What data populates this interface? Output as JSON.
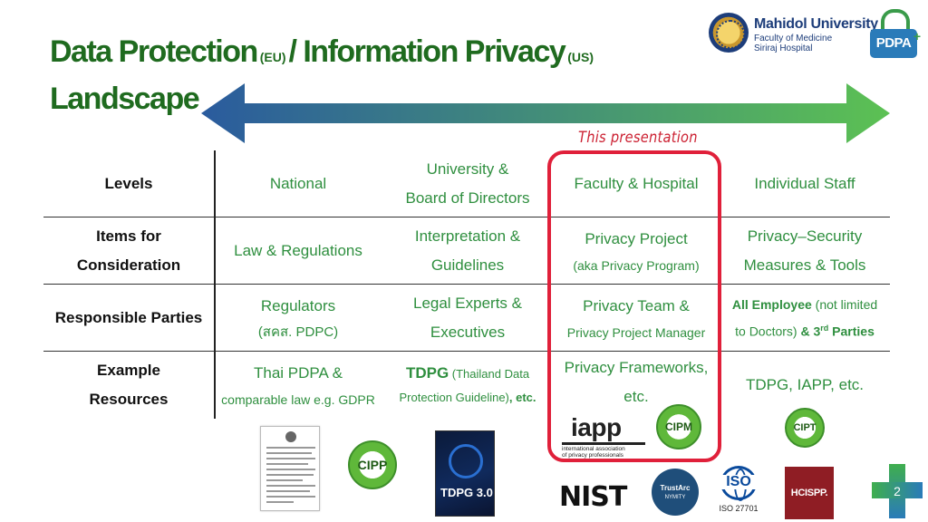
{
  "title": {
    "part1": "Data Protection",
    "eu": "(EU)",
    "sep": " / ",
    "part2": "Information Privacy",
    "us": "(US)",
    "line2": "Landscape"
  },
  "logos": {
    "mahidol_university": "Mahidol University",
    "faculty": "Faculty of Medicine",
    "hospital": "Siriraj Hospital",
    "pdpa": "PDPA",
    "pdpa_plus": "+"
  },
  "highlight_label": "This presentation",
  "table": {
    "rows": [
      {
        "header": "Levels",
        "cells": [
          {
            "lines": [
              "National"
            ]
          },
          {
            "lines": [
              "University &",
              "Board of Directors"
            ]
          },
          {
            "lines": [
              "Faculty & Hospital"
            ]
          },
          {
            "lines": [
              "Individual Staff"
            ]
          }
        ]
      },
      {
        "header_lines": [
          "Items for",
          "Consideration"
        ],
        "cells": [
          {
            "lines": [
              "Law & Regulations"
            ]
          },
          {
            "lines": [
              "Interpretation &",
              "Guidelines"
            ]
          },
          {
            "line1": "Privacy Project",
            "line2": "(aka Privacy Program)"
          },
          {
            "lines": [
              "Privacy–Security",
              "Measures & Tools"
            ]
          }
        ]
      },
      {
        "header": "Responsible Parties",
        "cells": [
          {
            "line1": "Regulators",
            "line2": "(สคส. PDPC)"
          },
          {
            "lines": [
              "Legal Experts &",
              "Executives"
            ]
          },
          {
            "line1": "Privacy Team &",
            "line2": "Privacy Project Manager"
          },
          {
            "line1_bold": "All Employee",
            "line1_thin": " (not limited",
            "line2_thin": "to Doctors) ",
            "line2_bold": "& 3",
            "line2_sup": "rd",
            "line2_bold2": " Parties"
          }
        ]
      },
      {
        "header_lines": [
          "Example",
          "Resources"
        ],
        "cells": [
          {
            "line1": "Thai PDPA &",
            "line2": "comparable law e.g. GDPR"
          },
          {
            "line1_bold": "TDPG",
            "line1_thin": " (Thailand Data",
            "line2_thin": "Protection Guideline)",
            "line2_bold": ", etc."
          },
          {
            "lines": [
              "Privacy Frameworks,",
              "etc."
            ]
          },
          {
            "lines": [
              "TDPG, IAPP, etc."
            ]
          }
        ]
      }
    ]
  },
  "resource_logos": {
    "cipp": "CIPP",
    "cipm": "CIPM",
    "cipt": "CIPT",
    "tdpg": "TDPG 3.0",
    "iapp": "iapp",
    "iapp_sub1": "international association",
    "iapp_sub2": "of privacy professionals",
    "nist": "NIST",
    "trustarc": "TrustArc",
    "trustarc_sub": "NYMITY",
    "iso": "ISO",
    "iso_number": "ISO 27701",
    "hcispp": "HCISPP."
  },
  "page_number": "2",
  "colors": {
    "title_green": "#1f6b1f",
    "cell_green": "#2f8f3f",
    "highlight_red": "#e0203a",
    "arrow_left": "#2a5b9e",
    "arrow_right": "#5cc153"
  }
}
